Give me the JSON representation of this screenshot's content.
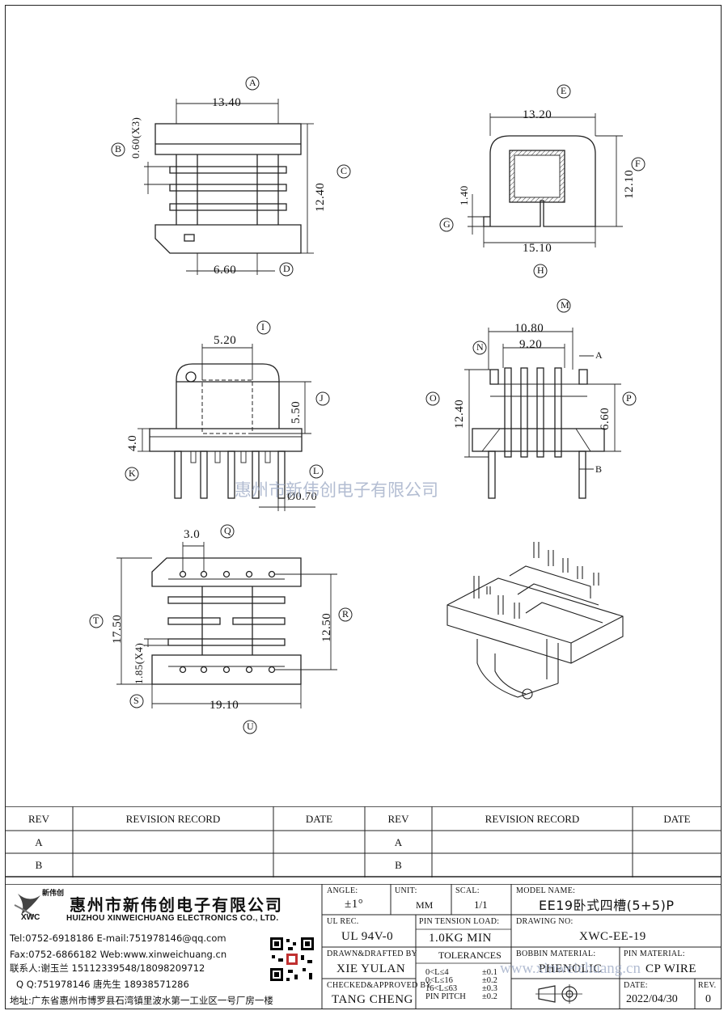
{
  "watermark": "惠州市新伟创电子有限公司",
  "watermark_url": "www.xinweichuang.cn",
  "views": {
    "front": {
      "dim_top": "13.40",
      "dim_left": "0.60(X3)",
      "dim_right": "12.40",
      "dim_bottom": "6.60",
      "callouts": [
        "A",
        "B",
        "C",
        "D"
      ]
    },
    "side_top": {
      "dim_top": "13.20",
      "dim_left": "1.40",
      "dim_right": "12.10",
      "dim_bottom": "15.10",
      "callouts": [
        "E",
        "F",
        "G",
        "H"
      ]
    },
    "front_pins": {
      "dim_top": "5.20",
      "dim_right": "5.50",
      "dim_left": "4.0",
      "dim_pin": "Ø0.70",
      "callouts": [
        "I",
        "J",
        "K",
        "L"
      ]
    },
    "side_pins": {
      "dim_top": "10.80",
      "dim_inner": "9.20",
      "dim_left": "12.40",
      "dim_right": "6.60",
      "mark_a": "A",
      "mark_b": "B",
      "callouts": [
        "M",
        "N",
        "O",
        "P"
      ]
    },
    "bottom": {
      "dim_top": "3.0",
      "dim_left": "17.50",
      "dim_left2": "1.85(X4)",
      "dim_right": "12.50",
      "dim_bottom": "19.10",
      "callouts": [
        "Q",
        "R",
        "S",
        "T",
        "U"
      ]
    }
  },
  "revision": {
    "headers": [
      "REV",
      "REVISION RECORD",
      "DATE",
      "REV",
      "REVISION RECORD",
      "DATE"
    ],
    "rows": [
      [
        "A",
        "",
        "",
        "A",
        "",
        ""
      ],
      [
        "B",
        "",
        "",
        "B",
        "",
        ""
      ]
    ]
  },
  "company": {
    "logo_text": "新伟创",
    "logo_sub": "XWC",
    "name_cn": "惠州市新伟创电子有限公司",
    "name_en": "HUIZHOU XINWEICHUANG ELECTRONICS CO., LTD.",
    "tel_line": "Tel:0752-6918186 E-mail:751978146@qq.com",
    "fax_line": "Fax:0752-6866182 Web:www.xinweichuang.cn",
    "contact_line": "联系人:谢玉兰 15112339548/18098209712",
    "qq_line": "Q Q:751978146    唐先生 18938571286",
    "address_line": "地址:广东省惠州市博罗县石湾镇里波水第一工业区一号厂房一楼"
  },
  "title_block": {
    "angle_label": "ANGLE:",
    "angle_value": "±1°",
    "unit_label": "UNIT:",
    "unit_value": "MM",
    "scale_label": "SCAL:",
    "scale_value": "1/1",
    "model_label": "MODEL NAME:",
    "model_value": "EE19卧式四槽(5+5)P",
    "ul_label": "UL REC.",
    "ul_value": "UL 94V-0",
    "pin_tension_label": "PIN TENSION LOAD:",
    "pin_tension_value": "1.0KG MIN",
    "drawing_label": "DRAWING NO:",
    "drawing_value": "XWC-EE-19",
    "drawn_label": "DRAWN&DRAFTED BY",
    "drawn_value": "XIE YULAN",
    "tolerances_label": "TOLERANCES",
    "tol_rows": [
      [
        "0<L≤4",
        "±0.1"
      ],
      [
        "0<L≤16",
        "±0.2"
      ],
      [
        "16<L≤63",
        "±0.3"
      ],
      [
        "PIN PITCH",
        "±0.2"
      ]
    ],
    "bobbin_label": "BOBBIN MATERIAL:",
    "bobbin_value": "PHENOLIC",
    "pin_mat_label": "PIN MATERIAL:",
    "pin_mat_value": "CP WIRE",
    "checked_label": "CHECKED&APPROVED BY",
    "checked_value": "TANG CHENG",
    "date_label": "DATE:",
    "date_value": "2022/04/30",
    "rev_label": "REV.",
    "rev_value": "0"
  }
}
